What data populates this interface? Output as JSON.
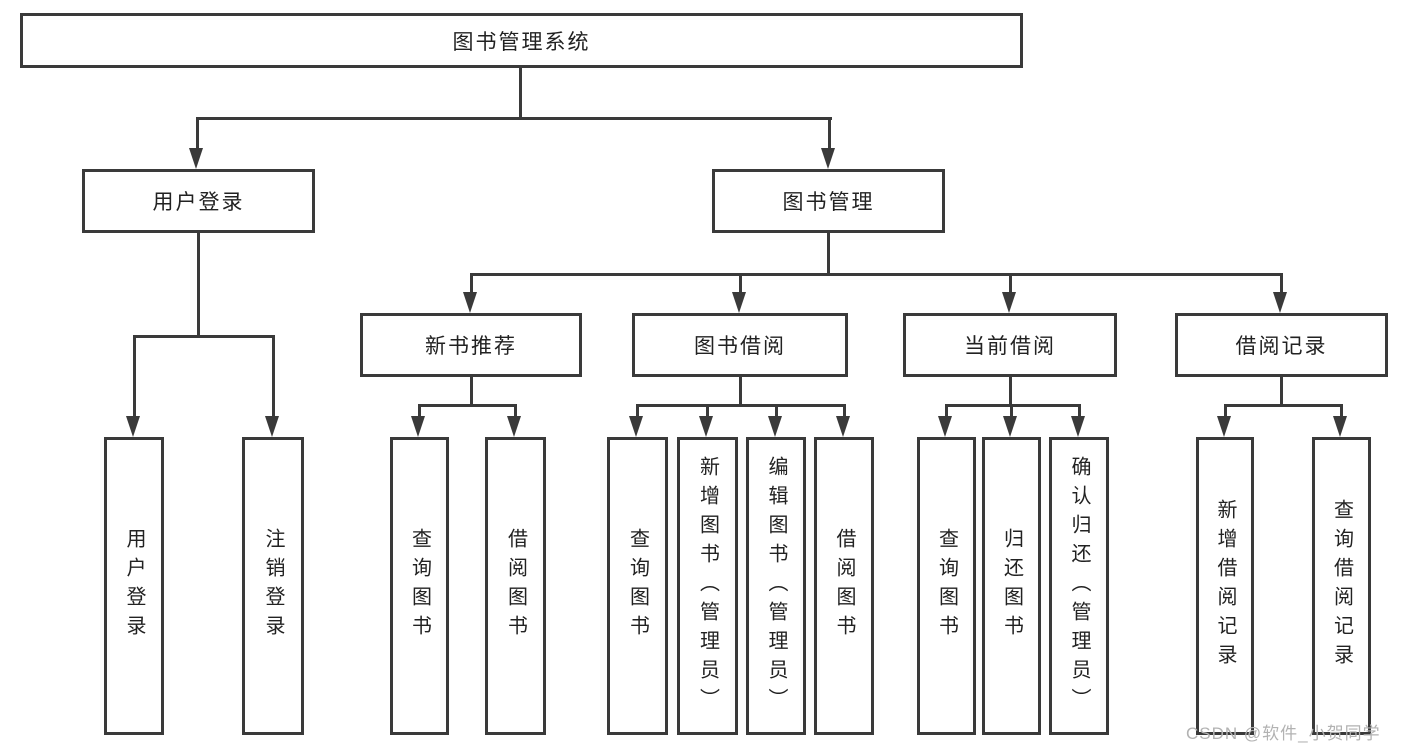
{
  "diagram": {
    "title": "图书管理系统",
    "watermark": "CSDN @软件_小贺同学",
    "colors": {
      "background": "#ffffff",
      "line": "#3a3a3a",
      "text": "#222222",
      "watermark": "#b2b2b2"
    }
  },
  "nodes": {
    "root": {
      "label": "图书管理系统",
      "children": [
        "user_login",
        "book_mgmt"
      ]
    },
    "user_login": {
      "label": "用户登录",
      "children": [
        "login",
        "logout"
      ]
    },
    "book_mgmt": {
      "label": "图书管理",
      "children": [
        "new_rec",
        "book_borrow",
        "current_borrow",
        "borrow_records"
      ]
    },
    "new_rec": {
      "label": "新书推荐",
      "children": [
        "rec_query",
        "rec_borrow"
      ]
    },
    "book_borrow": {
      "label": "图书借阅",
      "children": [
        "bb_query",
        "bb_add",
        "bb_edit",
        "bb_borrow"
      ]
    },
    "current_borrow": {
      "label": "当前借阅",
      "children": [
        "cb_query",
        "cb_return",
        "cb_confirm"
      ]
    },
    "borrow_records": {
      "label": "借阅记录",
      "children": [
        "br_add",
        "br_query"
      ]
    },
    "login": {
      "label": "用户登录"
    },
    "logout": {
      "label": "注销登录"
    },
    "rec_query": {
      "label": "查询图书"
    },
    "rec_borrow": {
      "label": "借阅图书"
    },
    "bb_query": {
      "label": "查询图书"
    },
    "bb_add": {
      "label": "新增图书（管理员）"
    },
    "bb_edit": {
      "label": "编辑图书（管理员）"
    },
    "bb_borrow": {
      "label": "借阅图书"
    },
    "cb_query": {
      "label": "查询图书"
    },
    "cb_return": {
      "label": "归还图书"
    },
    "cb_confirm": {
      "label": "确认归还（管理员）"
    },
    "br_add": {
      "label": "新增借阅记录"
    },
    "br_query": {
      "label": "查询借阅记录"
    }
  }
}
